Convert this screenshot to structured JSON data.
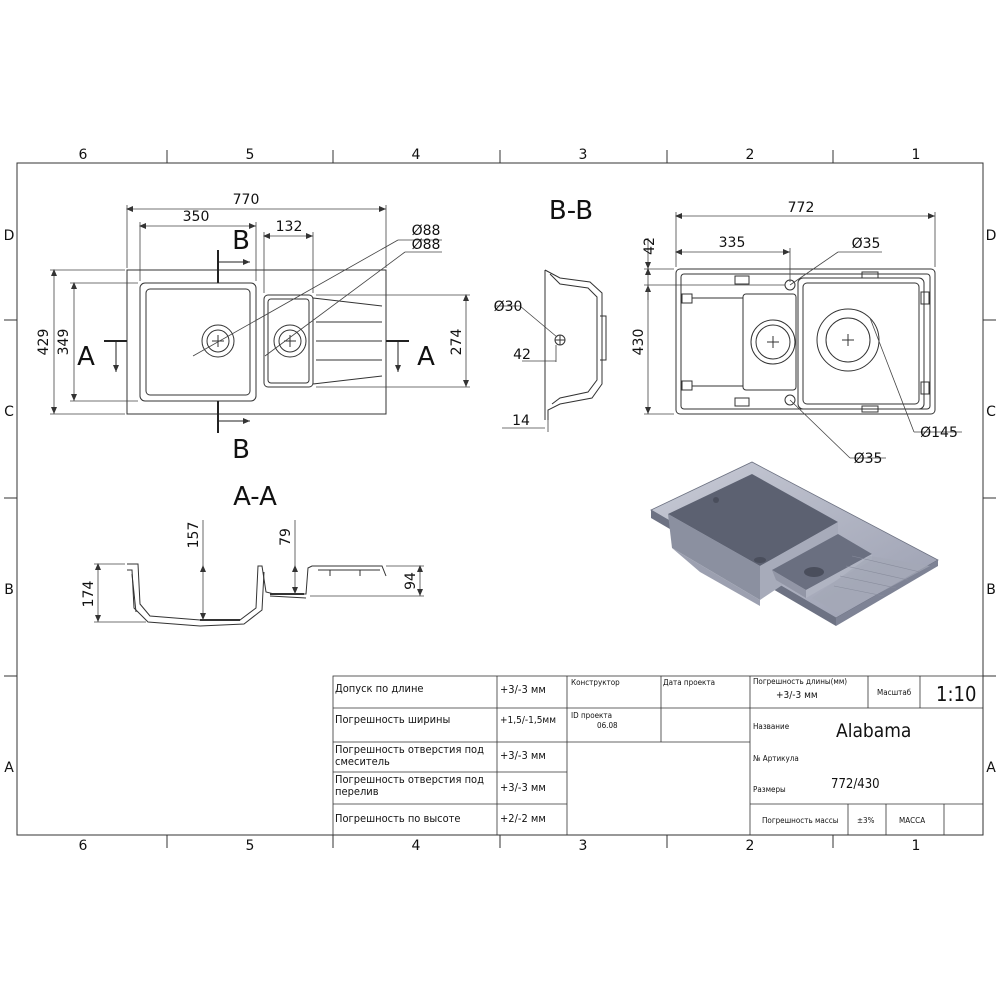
{
  "frame": {
    "zones_columns": [
      "6",
      "5",
      "4",
      "3",
      "2",
      "1"
    ],
    "zones_rows": [
      "D",
      "C",
      "B",
      "A"
    ]
  },
  "top_view": {
    "overall_width": "770",
    "bowl_offset": "350",
    "small_bowl_width": "132",
    "drain_diameter_1": "Ø88",
    "drain_diameter_2": "Ø88",
    "height_outer": "429",
    "height_inner": "349",
    "small_height": "274",
    "section_a_left": "A",
    "section_a_right": "A",
    "section_b_top": "B",
    "section_b_bottom": "B"
  },
  "section_bb": {
    "title": "B-B",
    "hole_diameter": "Ø30",
    "depth_42": "42",
    "depth_14": "14"
  },
  "bottom_view": {
    "overall_width": "772",
    "offset_335": "335",
    "top_42": "42",
    "height_430": "430",
    "diam_35_top": "Ø35",
    "diam_145": "Ø145",
    "diam_35_bottom": "Ø35"
  },
  "section_aa": {
    "title": "A-A",
    "depth_157": "157",
    "depth_79": "79",
    "height_174": "174",
    "height_94": "94"
  },
  "title_block": {
    "rows": [
      {
        "label": "Допуск по длине",
        "value": "+3/-3 мм"
      },
      {
        "label": "Погрешность ширины",
        "value": "+1,5/-1,5мм"
      },
      {
        "label": "Погрешность отверстия под смеситель",
        "value": "+3/-3 мм"
      },
      {
        "label": "Погрешность отверстия под перелив",
        "value": "+3/-3 мм"
      },
      {
        "label": "Погрешность по высоте",
        "value": "+2/-2 мм"
      }
    ],
    "constructor_label": "Конструктор",
    "project_date_label": "Дата проекта",
    "project_id_label": "ID проекта",
    "project_id_value": "06.08",
    "length_tol_label": "Погрешность длины(мм)",
    "length_tol_value": "+3/-3 мм",
    "scale_label": "Масштаб",
    "scale_value": "1:10",
    "name_label": "Название",
    "name_value": "Alabama",
    "article_label": "№ Артикула",
    "size_label": "Размеры",
    "size_value": "772/430",
    "mass_tol_label": "Погрешность массы",
    "mass_tol_value": "±3%",
    "mass_label": "МАССА"
  },
  "colors": {
    "sink": "#8a8fa0",
    "sink_light": "#b4b8c6",
    "sink_dark": "#5d6272",
    "line": "#222222",
    "dim_line": "#444444"
  }
}
